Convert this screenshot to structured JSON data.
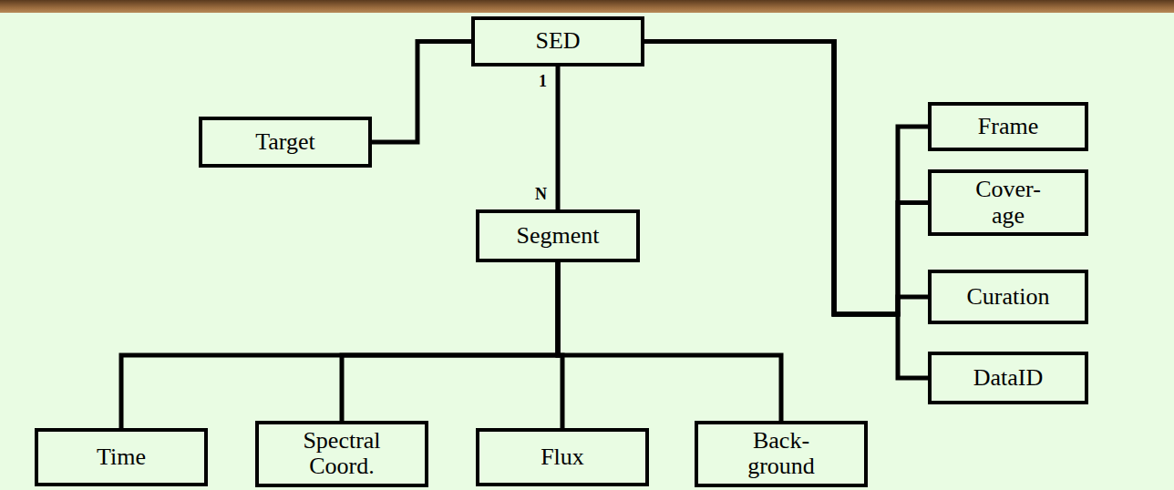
{
  "diagram": {
    "nodes": [
      {
        "text": [
          "SED"
        ]
      },
      {
        "text": [
          "Target"
        ]
      },
      {
        "text": [
          "Segment"
        ]
      },
      {
        "text": [
          "Frame"
        ]
      },
      {
        "text": [
          "Cover- age"
        ]
      },
      {
        "text": [
          "Curation"
        ]
      },
      {
        "text": [
          "DataID"
        ]
      },
      {
        "text": [
          "Time"
        ]
      },
      {
        "text": [
          "Spectral Coord."
        ]
      },
      {
        "text": [
          "Flux"
        ]
      },
      {
        "text": [
          "Back- ground"
        ]
      }
    ],
    "edges": [
      {
        "from": 0,
        "to": 1,
        "arrow": "none"
      },
      {
        "from": 0,
        "to": 2,
        "arrow": "none"
      },
      {
        "from": 0,
        "to": 3,
        "arrow": "none"
      },
      {
        "from": 0,
        "to": 4,
        "arrow": "none"
      },
      {
        "from": 0,
        "to": 5,
        "arrow": "none"
      },
      {
        "from": 0,
        "to": 6,
        "arrow": "none"
      },
      {
        "from": 2,
        "to": 7,
        "arrow": "none"
      },
      {
        "from": 2,
        "to": 8,
        "arrow": "none"
      },
      {
        "from": 2,
        "to": 9,
        "arrow": "none"
      },
      {
        "from": 2,
        "to": 10,
        "arrow": "none"
      }
    ],
    "labels": [
      "1",
      "N"
    ]
  }
}
